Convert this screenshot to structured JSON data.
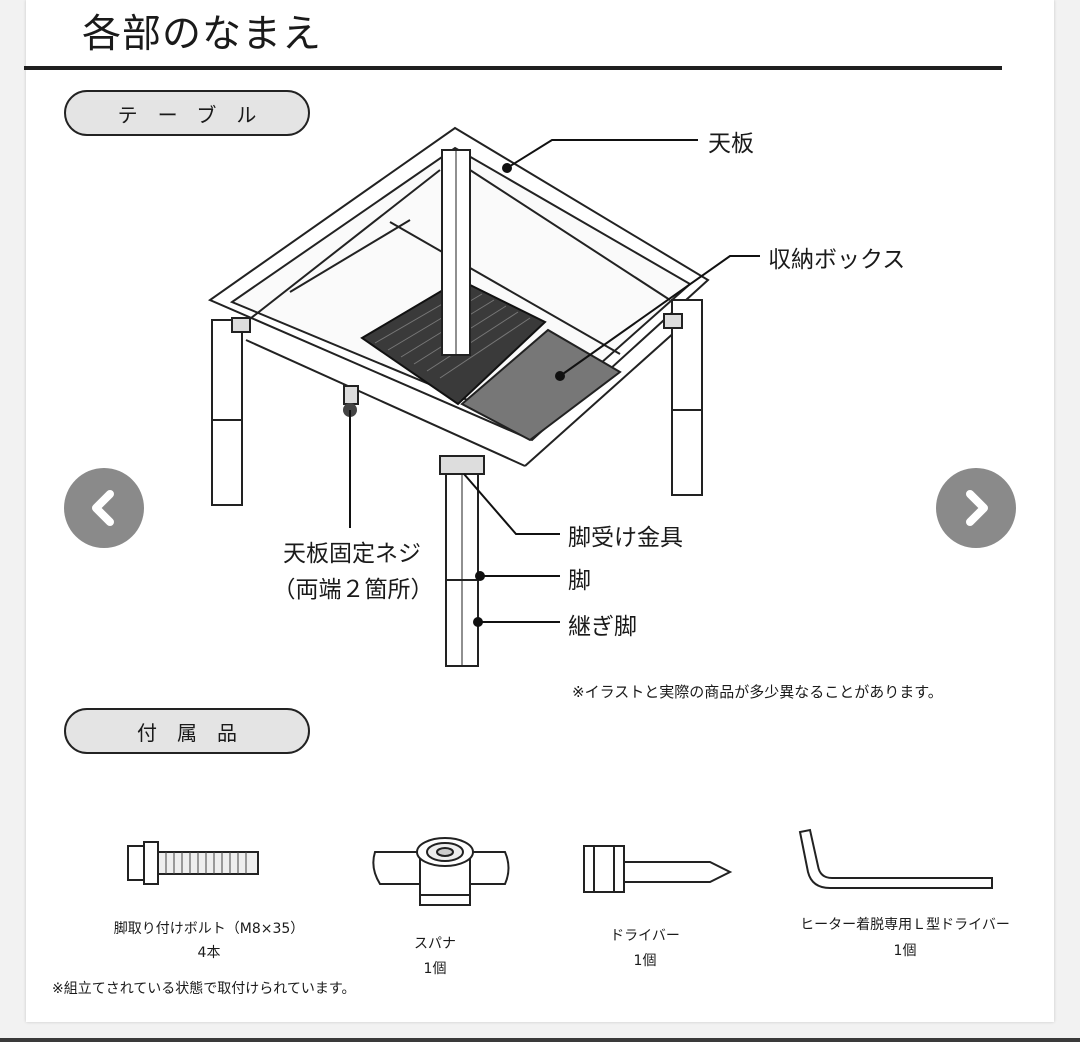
{
  "header": {
    "title": "各部のなまえ"
  },
  "sections": {
    "table": "テーブル",
    "accessories": "付属品"
  },
  "table_labels": {
    "top_board": "天板",
    "storage_box": "収納ボックス",
    "leg_bracket": "脚受け金具",
    "leg": "脚",
    "extension_leg": "継ぎ脚",
    "fixing_screw": "天板固定ネジ",
    "fixing_screw_note": "（両端２箇所）"
  },
  "note_illustration": "※イラストと実際の商品が多少異なることがあります。",
  "accessories": [
    {
      "name": "脚取り付けボルト（M8×35）",
      "qty": "4本",
      "icon": "bolt-icon"
    },
    {
      "name": "スパナ",
      "qty": "1個",
      "icon": "wrench-icon"
    },
    {
      "name": "ドライバー",
      "qty": "1個",
      "icon": "screwdriver-icon"
    },
    {
      "name": "ヒーター着脱専用Ｌ型ドライバー",
      "qty": "1個",
      "icon": "l-driver-icon"
    }
  ],
  "note_assembled": "※組立てされている状態で取付けられています。",
  "navigation": {
    "prev_icon": "chevron-left-icon",
    "next_icon": "chevron-right-icon"
  },
  "colors": {
    "background": "#f2f2f2",
    "pill": "#e4e4e4",
    "nav_button": "#8a8a8a"
  }
}
